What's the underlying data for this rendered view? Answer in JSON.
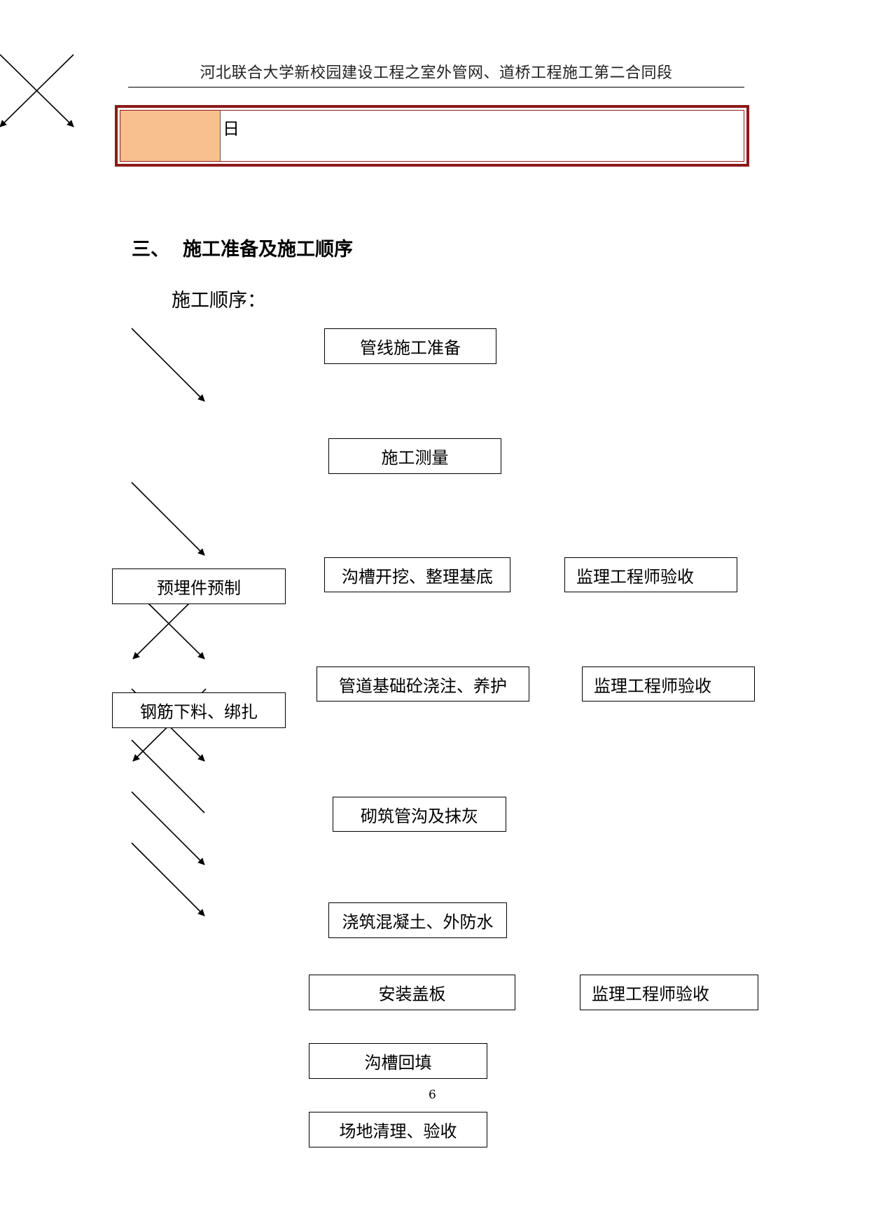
{
  "header": {
    "title": "河北联合大学新校园建设工程之室外管网、道桥工程施工第二合同段"
  },
  "info_table": {
    "cell_text": "日"
  },
  "section": {
    "number": "三、",
    "title": "施工准备及施工顺序"
  },
  "sequence_label": "施工顺序：",
  "flow": {
    "step1": "管线施工准备",
    "step2": "施工测量",
    "step3": "沟槽开挖、整理基底",
    "step3_check": "监理工程师验收",
    "side1": "预埋件预制",
    "step4": "管道基础砼浇注、养护",
    "step4_check": "监理工程师验收",
    "side2": "钢筋下料、绑扎",
    "step5": "砌筑管沟及抹灰",
    "step6": "浇筑混凝土、外防水",
    "step7": "安装盖板",
    "step7_check": "监理工程师验收",
    "step8": "沟槽回填",
    "step9": "场地清理、验收"
  },
  "page_number": "6"
}
